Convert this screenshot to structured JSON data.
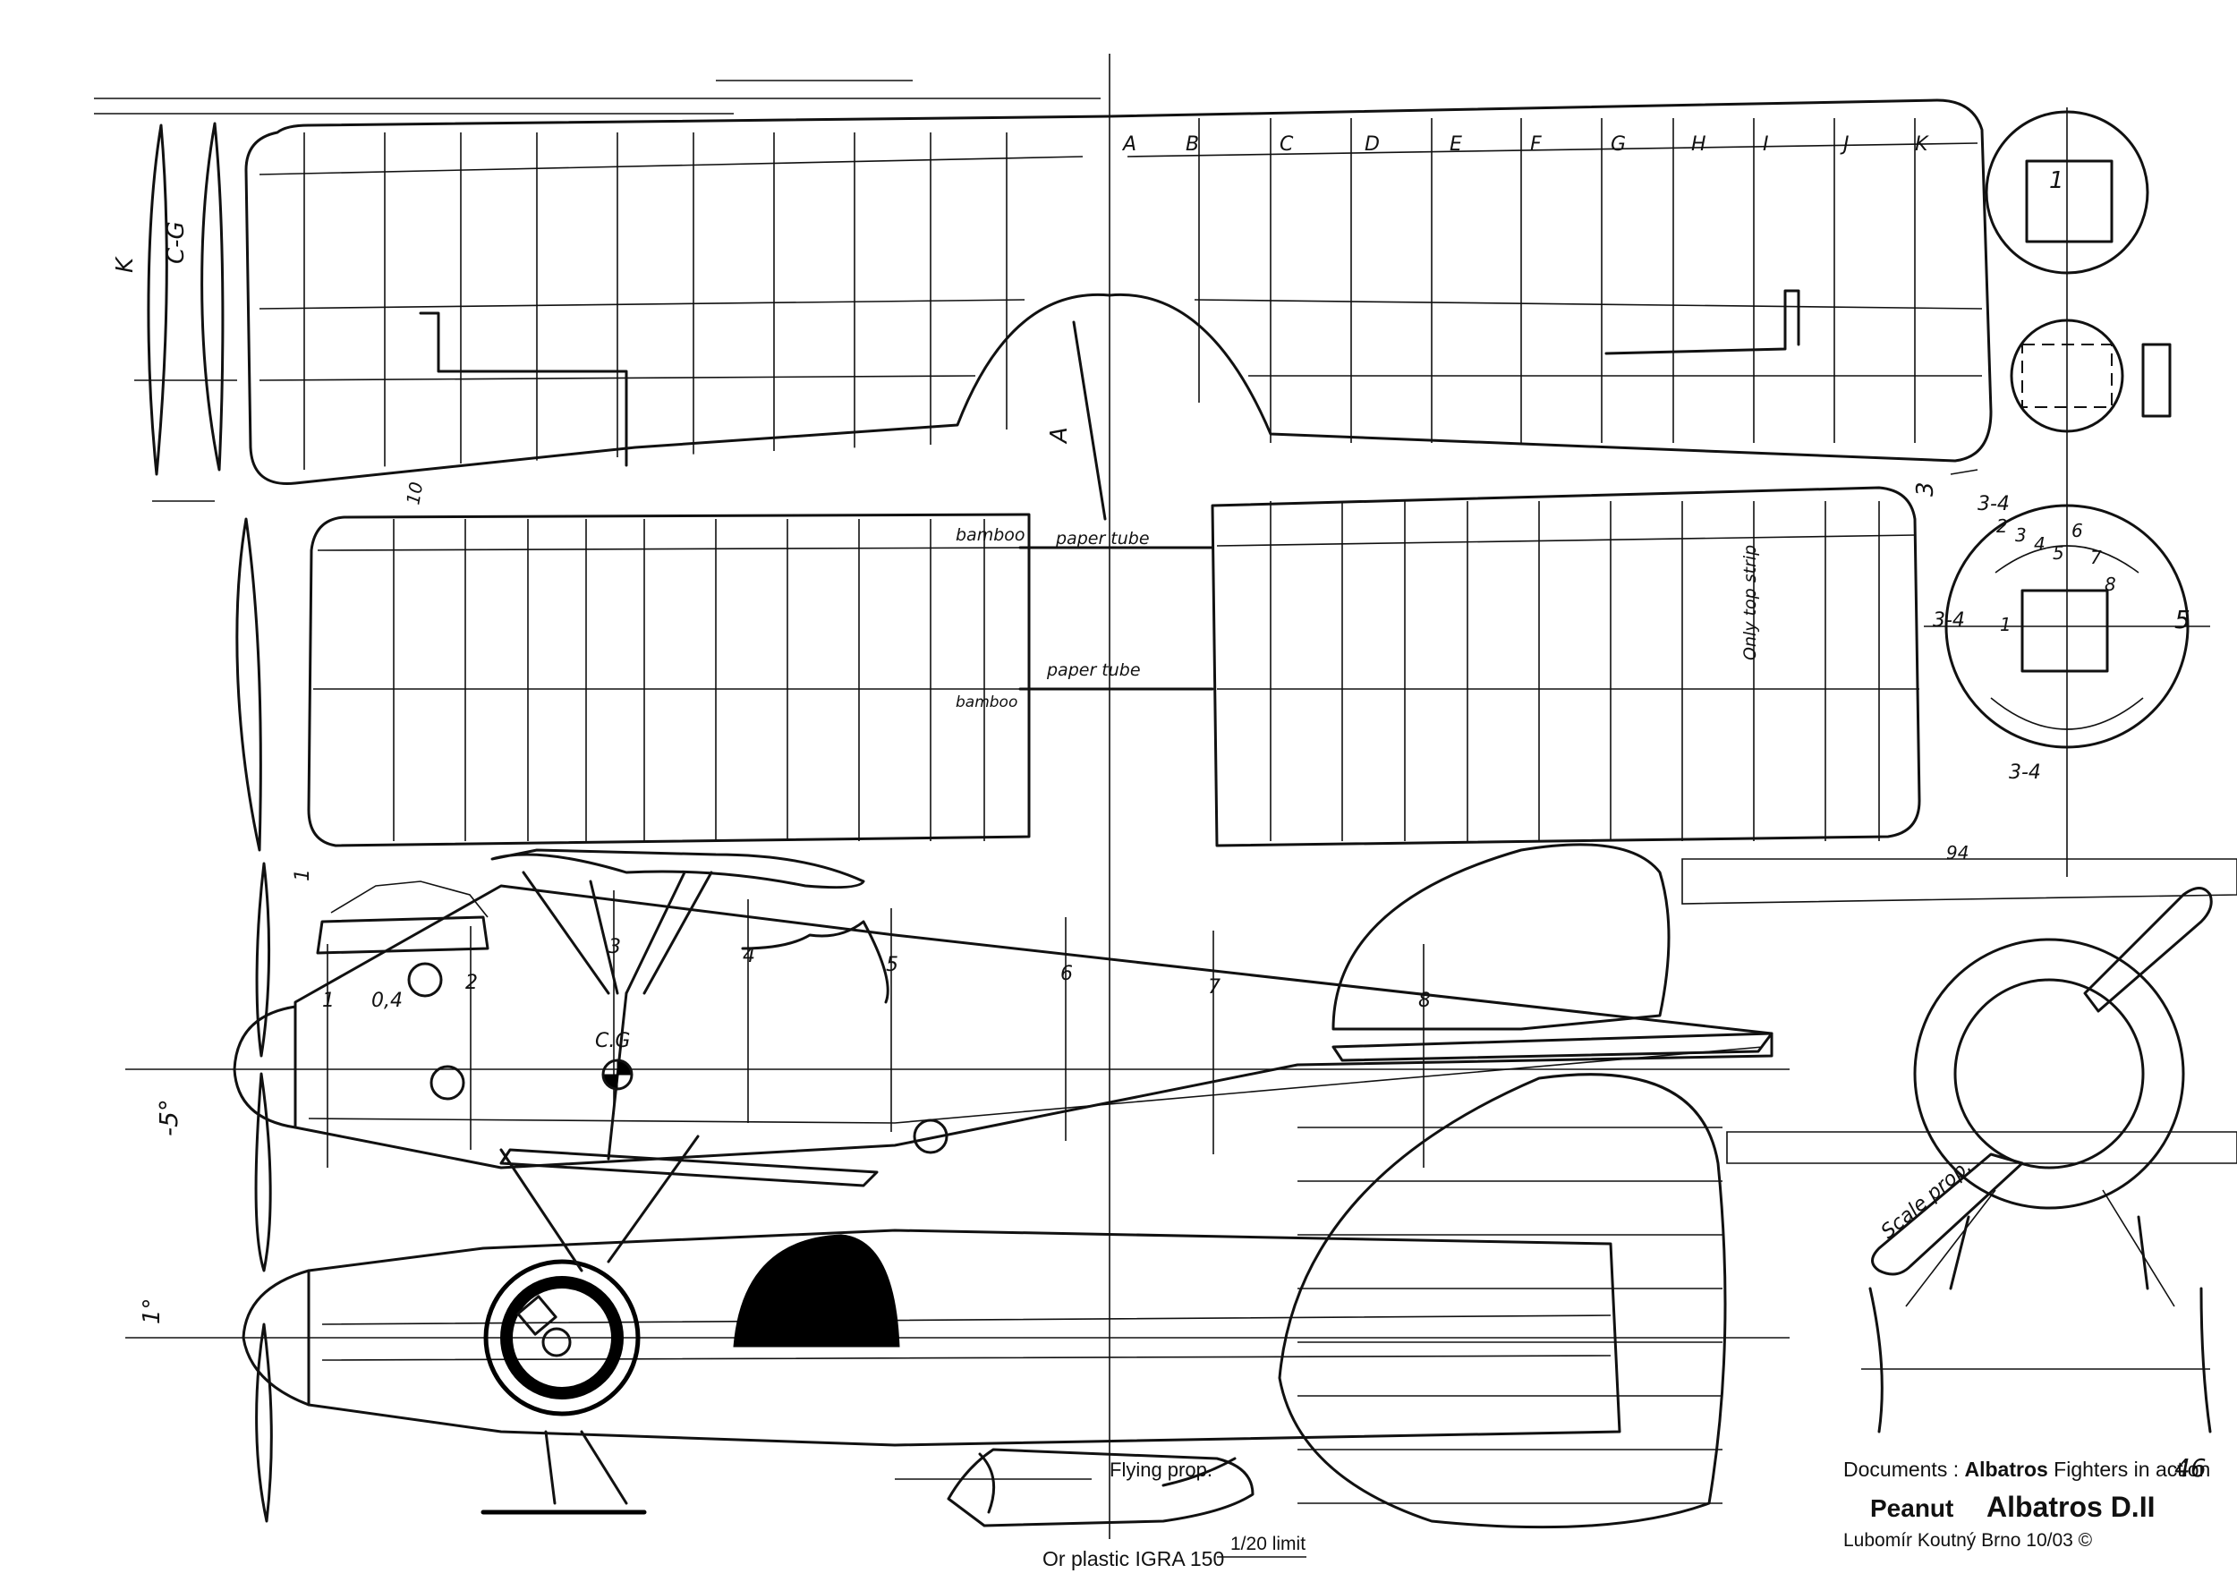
{
  "wing_stations": [
    "A",
    "B",
    "C",
    "D",
    "E",
    "F",
    "G",
    "H",
    "I",
    "J",
    "K"
  ],
  "labels": {
    "rib_k": "K",
    "rib_cg": "C-G",
    "rib_a": "A",
    "bamboo_upper": "bamboo",
    "paper_tube_upper": "paper tube",
    "paper_tube_lower": "paper tube",
    "bamboo_lower": "bamboo",
    "only_top_strip": "Only top strip",
    "dim_top": "1",
    "dim_3": "3",
    "dim_3_4_a": "3-4",
    "dim_3_4_b": "3-4",
    "dim_3_4_c": "3-4",
    "dim_1": "1",
    "dim_5": "5",
    "dim_10": "10",
    "dim_94": "94",
    "angle_minus5": "-5°",
    "angle_1": "1°",
    "f_numbers": [
      "1",
      "2",
      "3",
      "4",
      "5",
      "6",
      "7",
      "8"
    ],
    "f_04": "0,4",
    "cg": "C.G",
    "front_view_numbers": [
      "1",
      "2",
      "3",
      "4",
      "5",
      "6",
      "7",
      "8"
    ],
    "scale_prop": "Scale prop.",
    "flying_prop": "Flying prop.",
    "plastic": "Or plastic IGRA 150",
    "limit": "1/20 limit",
    "doc_prefix": "Documents : ",
    "doc_bold": "Albatros",
    "doc_suffix": " Fighters in action",
    "doc_num": "46",
    "peanut": "Peanut",
    "aircraft": "Albatros D.II",
    "author": "Lubomír Koutný Brno  10/03   ©"
  },
  "colors": {
    "ink": "#111111",
    "paper": "#ffffff"
  }
}
